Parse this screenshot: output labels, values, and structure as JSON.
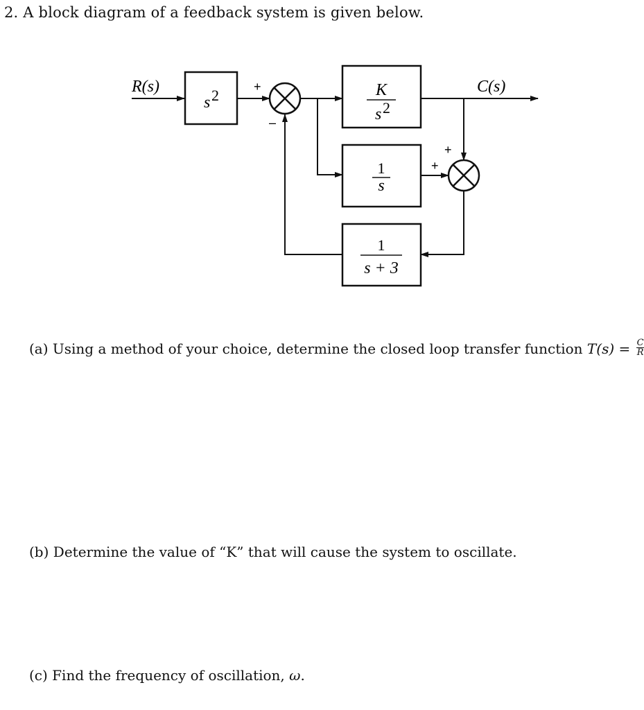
{
  "question": {
    "title": "2. A block diagram of a feedback system is given below."
  },
  "diagram": {
    "input_label": "R(s)",
    "output_label": "C(s)",
    "block_prefilter": {
      "base": "s",
      "exp": "2"
    },
    "block_forward": {
      "num": "K",
      "den_base": "s",
      "den_exp": "2"
    },
    "block_parallel": {
      "num": "1",
      "den": "s"
    },
    "block_feedback": {
      "num": "1",
      "den": "s + 3"
    },
    "sum1_plus": "+",
    "sum1_minus": "–",
    "sum2_plus_top": "+",
    "sum2_plus_left": "+"
  },
  "parts": {
    "a_label": "(a)",
    "a_text": "Using a method of your choice, determine the closed loop transfer function",
    "a_math": "T(s) =",
    "a_frac_num": "C(s)",
    "a_frac_den": "R(s)",
    "a_end": ".",
    "b_label": "(b)",
    "b_text": "Determine the value of “K” that will cause the system to oscillate.",
    "c_label": "(c)",
    "c_text": "Find the frequency of oscillation,",
    "c_symbol": "ω",
    "c_end": "."
  }
}
